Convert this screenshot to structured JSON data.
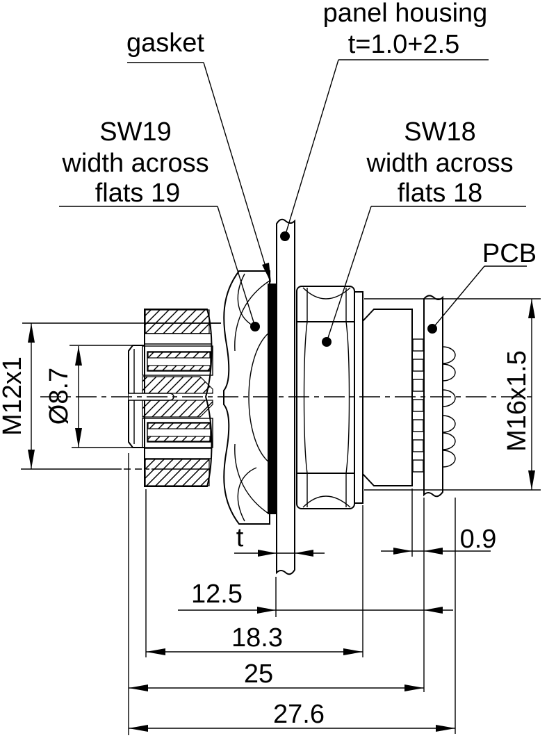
{
  "drawing_type": "technical-section-drawing",
  "subject": "M12 panel-mount connector, side section view",
  "labels": {
    "gasket": "gasket",
    "panel_housing": [
      "panel housing",
      "t=1.0+2.5"
    ],
    "sw19": [
      "SW19",
      "width across",
      "flats 19"
    ],
    "sw18": [
      "SW18",
      "width across",
      "flats 18"
    ],
    "pcb": "PCB"
  },
  "dimensions": {
    "front_thread": "M12x1",
    "bore_diameter": "Ø8.7",
    "rear_thread": "M16x1.5",
    "gasket_thickness_symbol": "t",
    "pcb_gap": "0.9",
    "panel_to_pcb": "12.5",
    "front_to_body_rear": "18.3",
    "front_to_pcb": "25",
    "total_length": "27.6"
  },
  "colors": {
    "line": "#000000",
    "background": "#ffffff",
    "gasket_fill": "#000000"
  }
}
